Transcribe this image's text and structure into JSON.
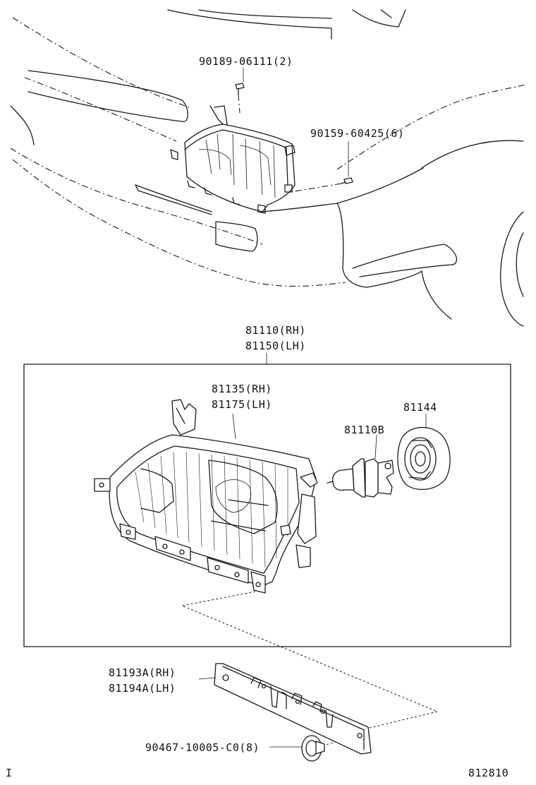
{
  "labels": {
    "bolt_upper": "90189-06111(2)",
    "screw_side": "90159-60425(6)",
    "assy_rh": "81110(RH)",
    "assy_lh": "81150(LH)",
    "unit_rh": "81135(RH)",
    "unit_lh": "81175(LH)",
    "cover": "81144",
    "bulb": "81110B",
    "bracket_rh": "81193A(RH)",
    "bracket_lh": "81194A(LH)",
    "clip": "90467-10005-C0(8)",
    "corner_left": "I",
    "drawing_number": "812810"
  },
  "icons": {
    "car_front_view": "car-front-body-icon",
    "headlamp": "headlamp-unit-icon",
    "bulb": "halogen-bulb-icon",
    "socket_cover": "socket-cover-icon",
    "bracket": "mounting-bracket-icon",
    "clip": "push-clip-icon",
    "screw": "screw-icon"
  },
  "colors": {
    "ink": "#1a1a1a",
    "paper": "#ffffff"
  }
}
